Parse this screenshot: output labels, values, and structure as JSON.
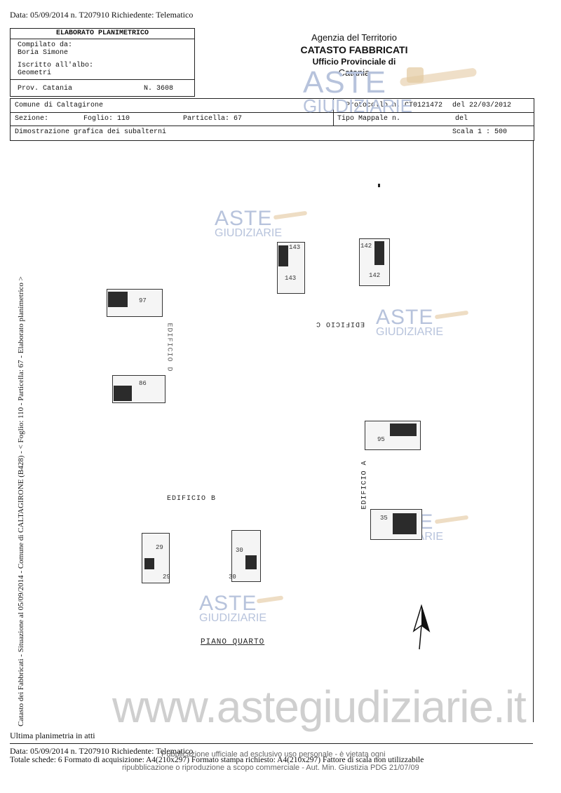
{
  "top_line": "Data: 05/09/2014   n. T207910   Richiedente: Telematico",
  "left_box": {
    "title": "ELABORATO PLANIMETRICO",
    "compilato_label": "Compilato da:",
    "compilato_name": "Boria Simone",
    "iscritto_label": "Iscritto all'albo:",
    "albo": "Geometri",
    "prov": "Prov. Catania",
    "numero": "N.  3608"
  },
  "agency": {
    "line1": "Agenzia del Territorio",
    "line2": "CATASTO FABBRICATI",
    "line3": "Ufficio Provinciale di",
    "line4": "Catania"
  },
  "row1": {
    "comune": "Comune di Caltagirone",
    "protocollo": "Protocollo n. CT0121472",
    "protocollo_date": "del 22/03/2012"
  },
  "row2": {
    "sezione": "Sezione:",
    "foglio": "Foglio: 110",
    "particella": "Particella: 67",
    "tipo": "Tipo Mappale n.",
    "del": "del"
  },
  "row3": {
    "dimostrazione": "Dimostrazione grafica dei subalterni",
    "scala": "Scala 1 : 500"
  },
  "side_text": "Catasto dei Fabbricati - Situazione al 05/09/2014 - Comune di CALTAGIRONE (B428) - < Foglio: 110 - Particella: 67 - Elaborato planimetrico >",
  "drawing": {
    "labels": {
      "edificio_c": "EDIFICIO C",
      "edificio_b": "EDIFICIO B",
      "edificio_a": "EDIFICIO A",
      "edificio_d": "EDIFICIO D",
      "piano": "PIANO QUARTO"
    },
    "subs": {
      "s143": "143",
      "s142": "142",
      "s97": "97",
      "s95": "95",
      "s86": "86",
      "s35": "35",
      "s29": "29",
      "s30": "30"
    }
  },
  "watermark": {
    "aste": "ASTE",
    "giudiziarie": "GIUDIZIARIE",
    "site": "www.astegiudiziarie.it"
  },
  "bottom": {
    "ultima": "Ultima planimetria in atti",
    "data_line": "Data: 05/09/2014   n. T207910   Richiedente: Telematico",
    "totale": "Totale schede: 6   Formato di acquisizione: A4(210x297)   Formato stampa richiesto: A4(210x297)   Fattore di scala non utilizzabile",
    "pub1": "Pubblicazione ufficiale ad esclusivo uso personale - è vietata ogni",
    "pub2": "ripubblicazione o riproduzione a scopo commerciale - Aut. Min. Giustizia PDG 21/07/09"
  },
  "colors": {
    "watermark": "#b7c3dc",
    "ink": "#111111"
  }
}
